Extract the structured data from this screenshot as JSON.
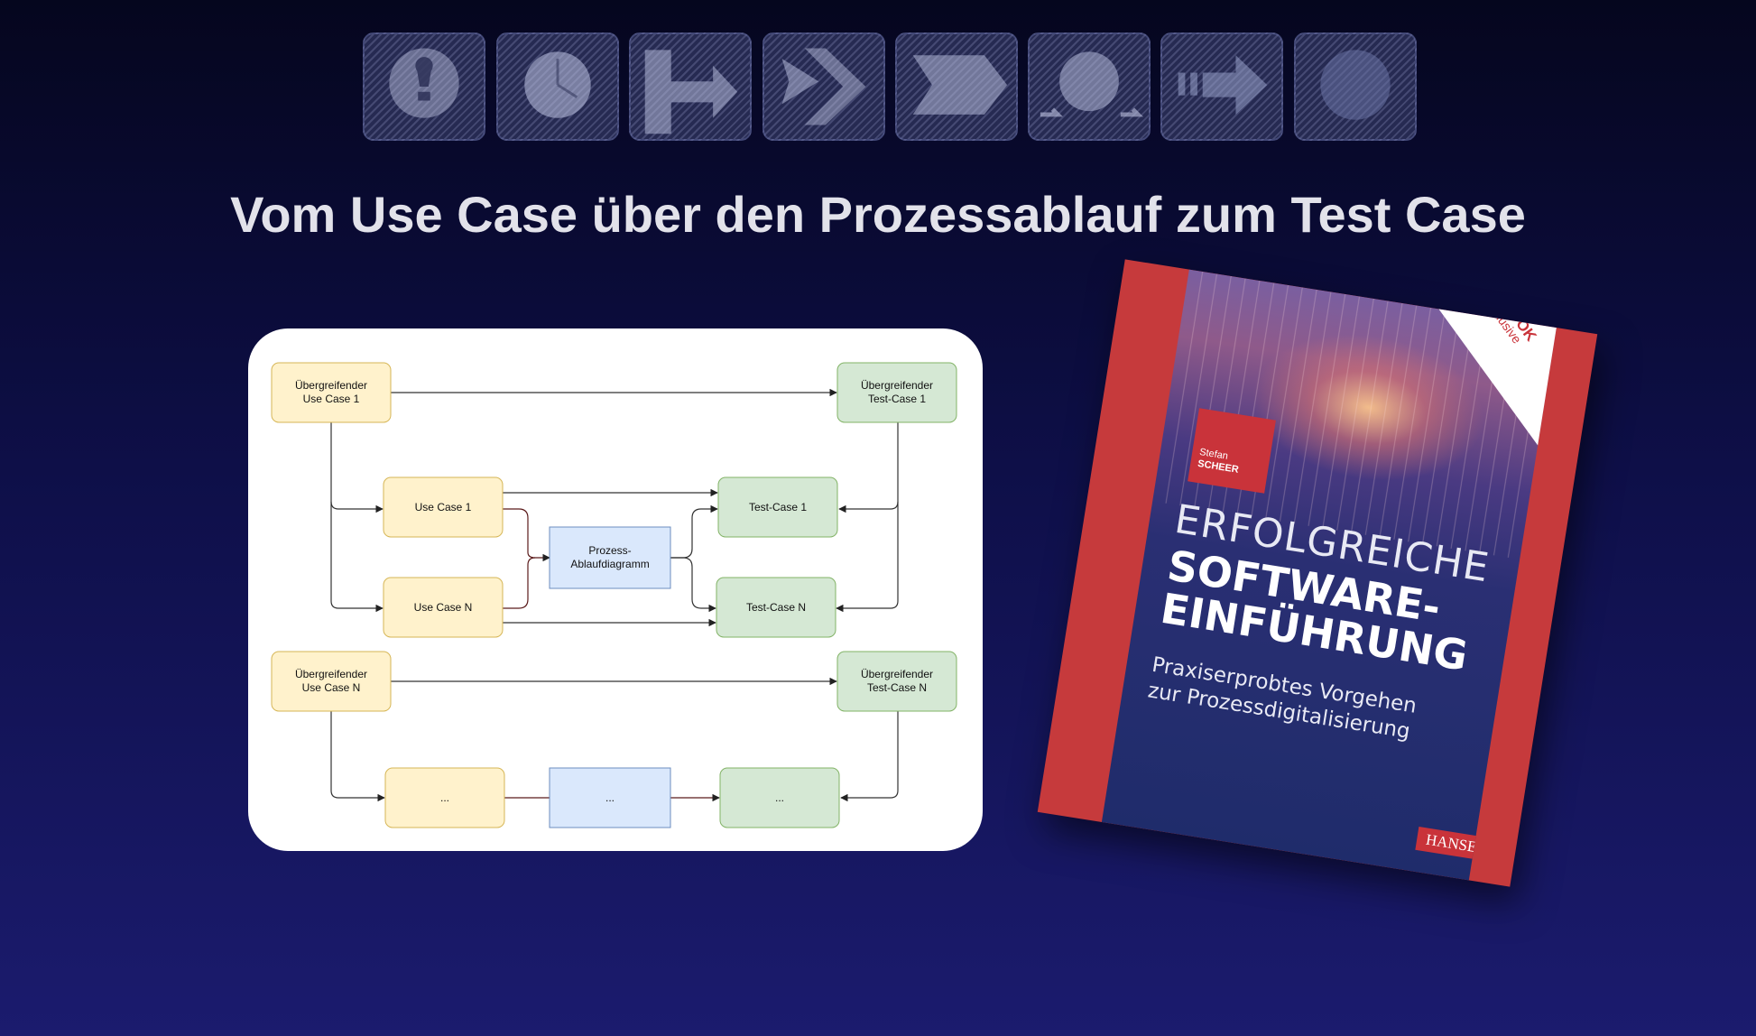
{
  "title": "Vom Use Case über den Prozessablauf zum Test Case",
  "icons": [
    "lightbulb-icon",
    "clock-icon",
    "branch-arrow-icon",
    "double-chevron-arrow-icon",
    "pentagon-arrow-icon",
    "cycle-icon",
    "dashed-arrow-icon",
    "circle-icon"
  ],
  "diagram": {
    "nodes": {
      "uc_global_1": "Übergreifender\nUse Case 1",
      "tc_global_1": "Übergreifender\nTest-Case 1",
      "uc_1": "Use Case 1",
      "tc_1": "Test-Case 1",
      "process": "Prozess-\nAblaufdiagramm",
      "uc_n": "Use Case N",
      "tc_n": "Test-Case N",
      "uc_global_n": "Übergreifender\nUse Case N",
      "tc_global_n": "Übergreifender\nTest-Case N",
      "uc_more": "...",
      "process_more": "...",
      "tc_more": "..."
    },
    "colors": {
      "use_case_fill": "#fff2cc",
      "use_case_stroke": "#d6b656",
      "test_case_fill": "#d5e8d4",
      "test_case_stroke": "#82b366",
      "process_fill": "#dae8fc",
      "process_stroke": "#6c8ebf"
    }
  },
  "book": {
    "author_first": "Stefan",
    "author_last": "SCHEER",
    "badge_top": "E-BOOK",
    "badge_bottom": "inklusive",
    "title_line1": "ERFOLGREICHE",
    "title_line2": "SOFTWARE-",
    "title_line3": "EINFÜHRUNG",
    "subtitle": "Praxiserprobtes Vorgehen\nzur Prozessdigitalisierung",
    "publisher": "HANSER",
    "spine_color": "#c63a3c"
  }
}
